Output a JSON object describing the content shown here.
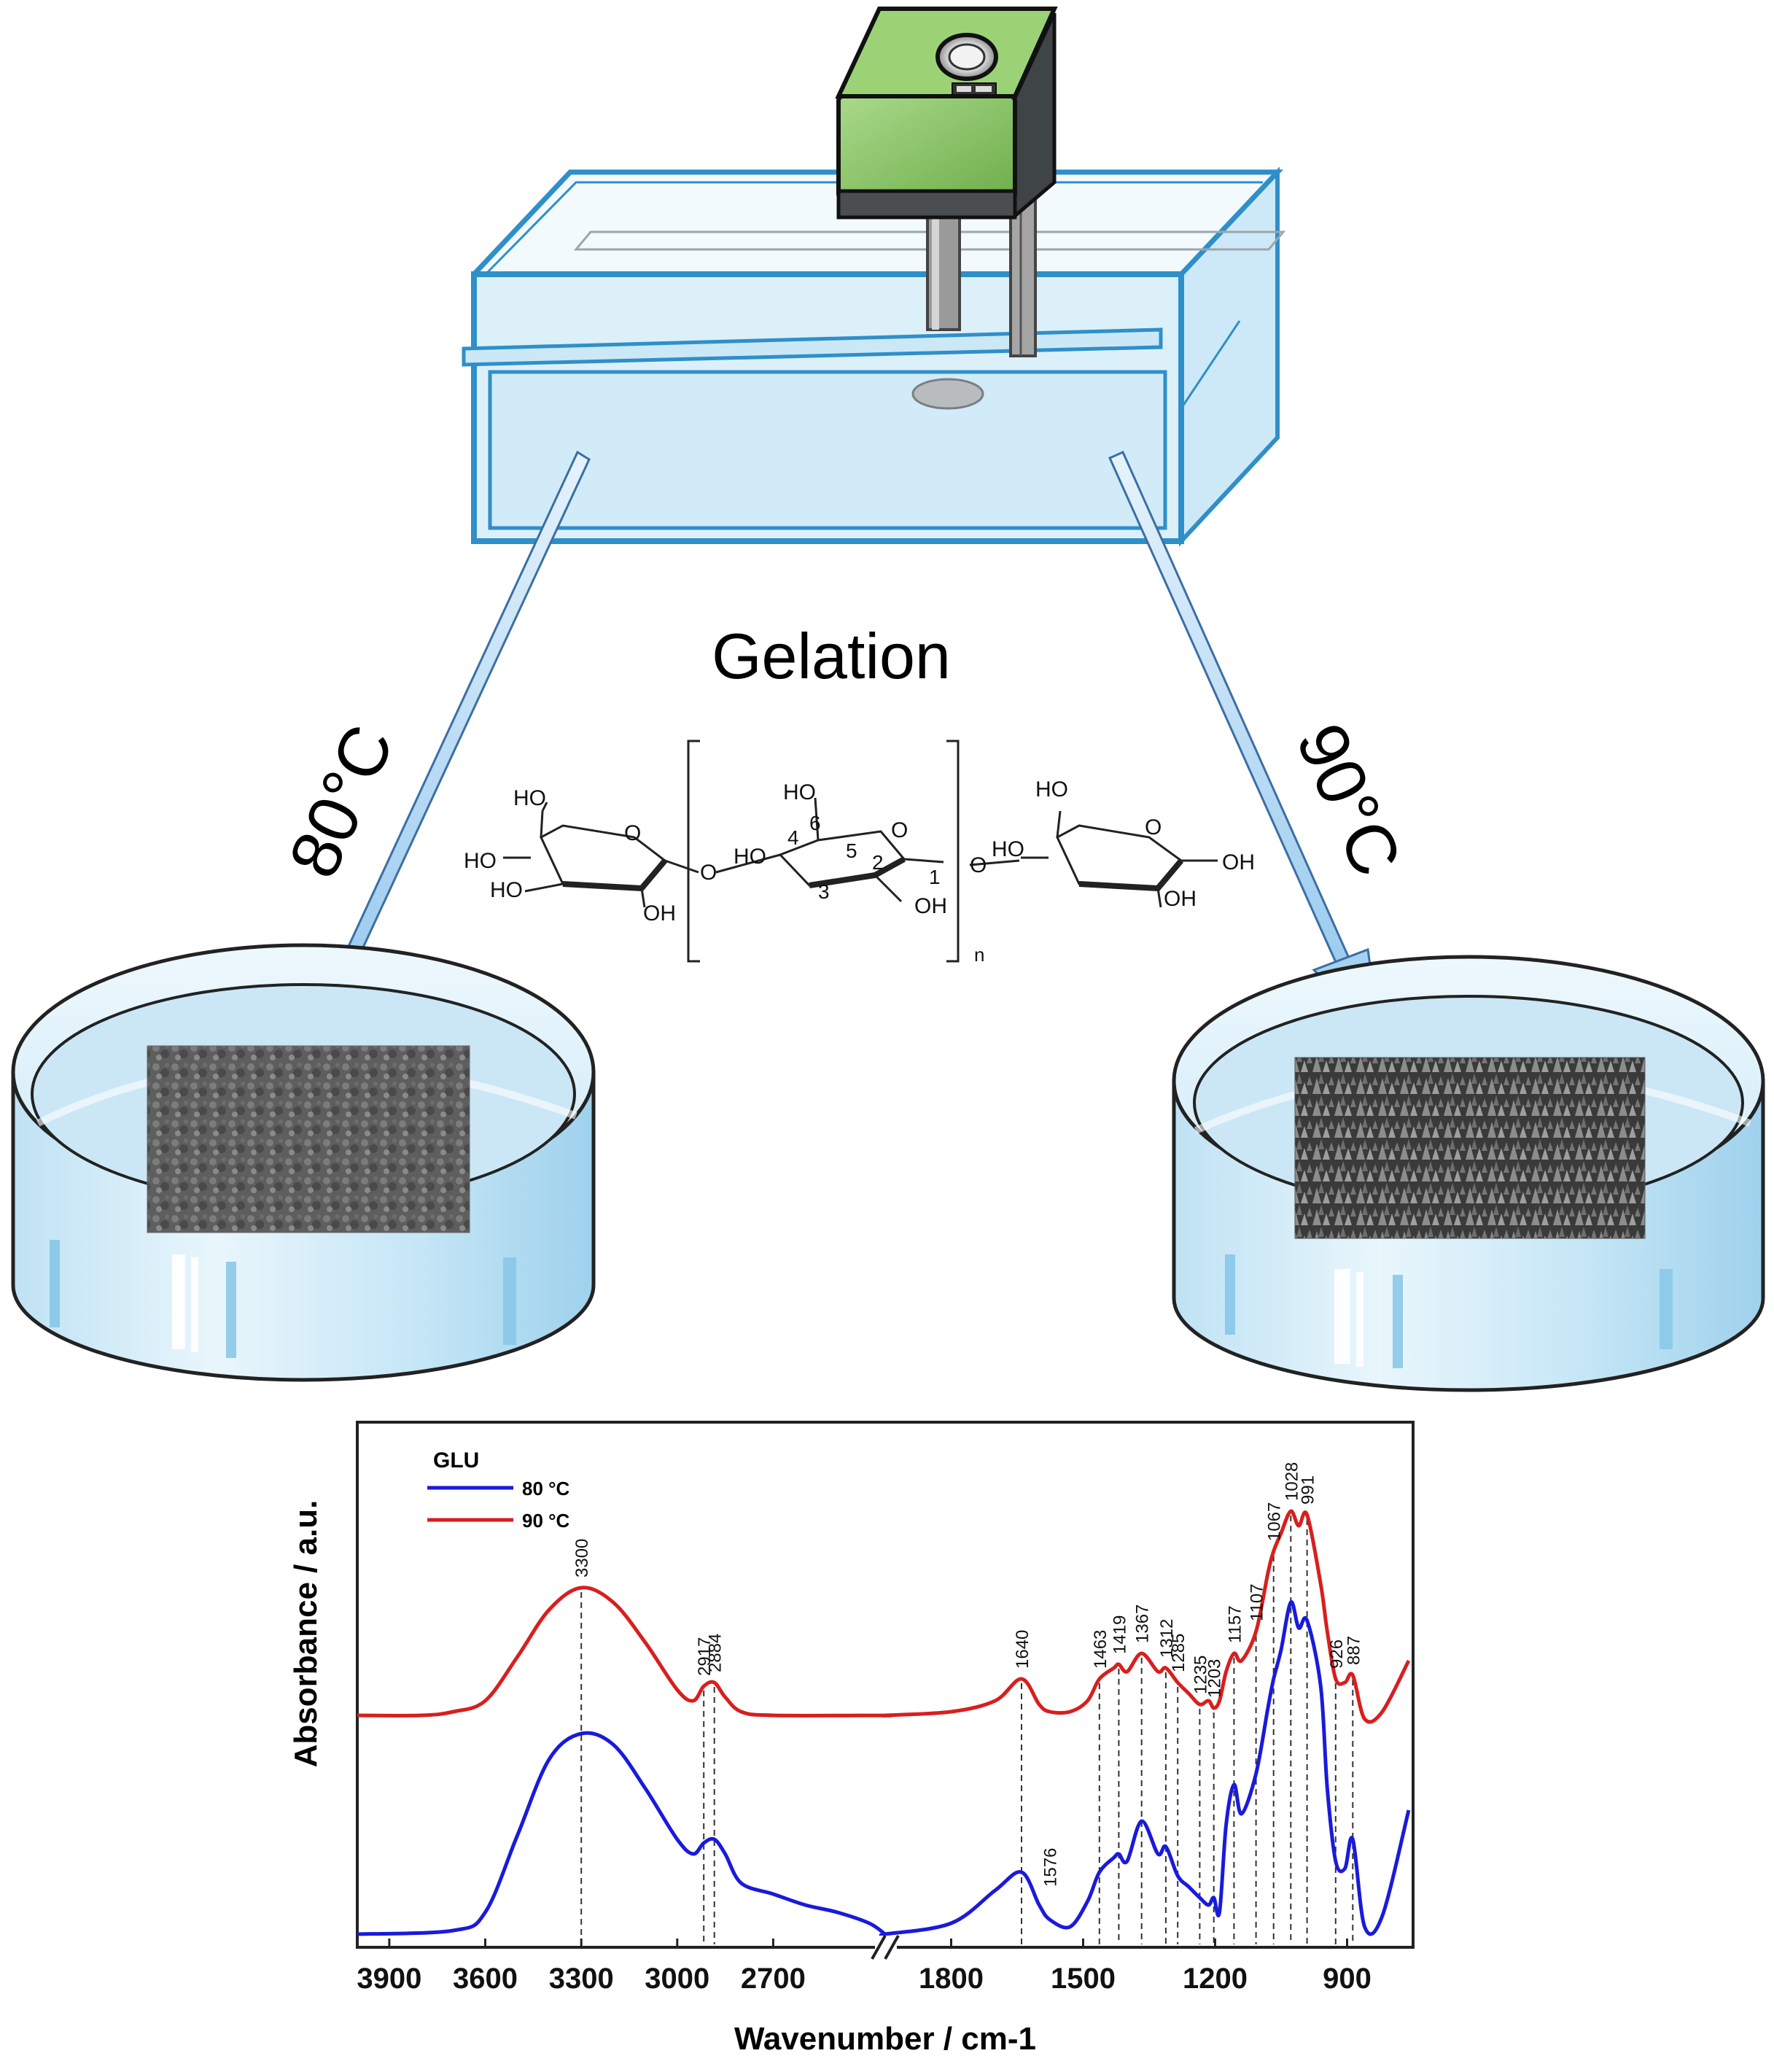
{
  "scene": {
    "process_label": "Gelation",
    "left_temperature": "80°C",
    "right_temperature": "90°C"
  },
  "structure": {
    "labels": {
      "ho_left_top": "HO",
      "ho_left_mid": "HO",
      "ho_left_low": "HO",
      "oh_left": "OH",
      "o_ring_left": "O",
      "o_link_left": "O",
      "ho_center_top": "HO",
      "ho_center_left": "HO",
      "o_ring_center": "O",
      "oh_center": "OH",
      "o_link_right": "O",
      "ho_right_top": "HO",
      "ho_right_mid": "HO",
      "o_ring_right": "O",
      "oh_right_end": "OH",
      "oh_right_low": "OH",
      "c1": "1",
      "c2": "2",
      "c3": "3",
      "c4": "4",
      "c5": "5",
      "c6": "6",
      "repeat": "n"
    }
  },
  "colors": {
    "series_80": "#1a1adb",
    "series_90": "#d91e1e",
    "bath_edge": "#2f8fc9",
    "bath_fill": "#dff2fb",
    "heater_green": "#8fc767",
    "arrow_fill": "#b9dcf5"
  },
  "chart_data": {
    "type": "line",
    "legend_title": "GLU",
    "legend_position": "top-left",
    "xlabel": "Wavenumber / cm-1",
    "ylabel": "Absorbance / a.u.",
    "x_reversed": true,
    "axis_break": "between 2350 and 1950",
    "xlim": [
      4000,
      750
    ],
    "x_ticks": [
      "3900",
      "3600",
      "3300",
      "3000",
      "2700",
      "1800",
      "1500",
      "1200",
      "900"
    ],
    "x_tick_values": [
      3900,
      3600,
      3300,
      3000,
      2700,
      1800,
      1500,
      1200,
      900
    ],
    "y_ticks_shown": false,
    "series": [
      {
        "name": "80 °C",
        "color": "#1a1adb",
        "points": [
          [
            4000,
            0.0
          ],
          [
            3700,
            0.01
          ],
          [
            3600,
            0.06
          ],
          [
            3500,
            0.27
          ],
          [
            3400,
            0.48
          ],
          [
            3300,
            0.55
          ],
          [
            3200,
            0.52
          ],
          [
            3100,
            0.4
          ],
          [
            3000,
            0.26
          ],
          [
            2950,
            0.22
          ],
          [
            2917,
            0.25
          ],
          [
            2884,
            0.26
          ],
          [
            2850,
            0.22
          ],
          [
            2800,
            0.14
          ],
          [
            2700,
            0.11
          ],
          [
            2600,
            0.08
          ],
          [
            2500,
            0.06
          ],
          [
            2400,
            0.03
          ],
          [
            2350,
            0.0
          ],
          [
            1950,
            0.0
          ],
          [
            1800,
            0.03
          ],
          [
            1700,
            0.12
          ],
          [
            1640,
            0.17
          ],
          [
            1600,
            0.08
          ],
          [
            1576,
            0.04
          ],
          [
            1530,
            0.02
          ],
          [
            1490,
            0.09
          ],
          [
            1463,
            0.17
          ],
          [
            1430,
            0.21
          ],
          [
            1419,
            0.22
          ],
          [
            1400,
            0.2
          ],
          [
            1367,
            0.31
          ],
          [
            1330,
            0.22
          ],
          [
            1312,
            0.24
          ],
          [
            1285,
            0.16
          ],
          [
            1260,
            0.13
          ],
          [
            1235,
            0.1
          ],
          [
            1215,
            0.08
          ],
          [
            1203,
            0.1
          ],
          [
            1190,
            0.06
          ],
          [
            1175,
            0.3
          ],
          [
            1157,
            0.41
          ],
          [
            1140,
            0.33
          ],
          [
            1107,
            0.44
          ],
          [
            1080,
            0.62
          ],
          [
            1067,
            0.7
          ],
          [
            1050,
            0.78
          ],
          [
            1028,
            0.91
          ],
          [
            1010,
            0.84
          ],
          [
            991,
            0.86
          ],
          [
            960,
            0.68
          ],
          [
            945,
            0.4
          ],
          [
            926,
            0.2
          ],
          [
            905,
            0.18
          ],
          [
            887,
            0.26
          ],
          [
            860,
            0.02
          ],
          [
            820,
            0.05
          ],
          [
            760,
            0.34
          ]
        ]
      },
      {
        "name": "90 °C",
        "color": "#d91e1e",
        "points": [
          [
            4000,
            0.6
          ],
          [
            3800,
            0.6
          ],
          [
            3700,
            0.61
          ],
          [
            3600,
            0.64
          ],
          [
            3500,
            0.76
          ],
          [
            3400,
            0.89
          ],
          [
            3300,
            0.95
          ],
          [
            3200,
            0.91
          ],
          [
            3100,
            0.8
          ],
          [
            3000,
            0.67
          ],
          [
            2950,
            0.64
          ],
          [
            2917,
            0.68
          ],
          [
            2884,
            0.69
          ],
          [
            2850,
            0.65
          ],
          [
            2800,
            0.61
          ],
          [
            2700,
            0.6
          ],
          [
            2350,
            0.6
          ],
          [
            1950,
            0.6
          ],
          [
            1800,
            0.61
          ],
          [
            1700,
            0.64
          ],
          [
            1640,
            0.7
          ],
          [
            1600,
            0.63
          ],
          [
            1576,
            0.61
          ],
          [
            1530,
            0.61
          ],
          [
            1490,
            0.64
          ],
          [
            1463,
            0.7
          ],
          [
            1430,
            0.73
          ],
          [
            1419,
            0.74
          ],
          [
            1400,
            0.72
          ],
          [
            1367,
            0.77
          ],
          [
            1330,
            0.72
          ],
          [
            1312,
            0.73
          ],
          [
            1285,
            0.69
          ],
          [
            1260,
            0.66
          ],
          [
            1235,
            0.63
          ],
          [
            1215,
            0.64
          ],
          [
            1203,
            0.62
          ],
          [
            1190,
            0.64
          ],
          [
            1175,
            0.72
          ],
          [
            1157,
            0.77
          ],
          [
            1140,
            0.75
          ],
          [
            1107,
            0.83
          ],
          [
            1080,
            0.99
          ],
          [
            1067,
            1.05
          ],
          [
            1050,
            1.1
          ],
          [
            1028,
            1.16
          ],
          [
            1010,
            1.12
          ],
          [
            991,
            1.15
          ],
          [
            960,
            0.96
          ],
          [
            945,
            0.83
          ],
          [
            926,
            0.7
          ],
          [
            905,
            0.69
          ],
          [
            887,
            0.71
          ],
          [
            860,
            0.59
          ],
          [
            820,
            0.61
          ],
          [
            760,
            0.75
          ]
        ]
      }
    ],
    "peak_labels": [
      {
        "x": 3300,
        "label": "3300"
      },
      {
        "x": 2917,
        "label": "2917"
      },
      {
        "x": 2884,
        "label": "2884"
      },
      {
        "x": 1640,
        "label": "1640"
      },
      {
        "x": 1576,
        "label": "1576"
      },
      {
        "x": 1463,
        "label": "1463"
      },
      {
        "x": 1419,
        "label": "1419"
      },
      {
        "x": 1367,
        "label": "1367"
      },
      {
        "x": 1312,
        "label": "1312"
      },
      {
        "x": 1285,
        "label": "1285"
      },
      {
        "x": 1235,
        "label": "1235"
      },
      {
        "x": 1203,
        "label": "1203"
      },
      {
        "x": 1157,
        "label": "1157"
      },
      {
        "x": 1107,
        "label": "1107"
      },
      {
        "x": 1067,
        "label": "1067"
      },
      {
        "x": 1028,
        "label": "1028"
      },
      {
        "x": 991,
        "label": "991"
      },
      {
        "x": 926,
        "label": "926"
      },
      {
        "x": 887,
        "label": "887"
      }
    ]
  }
}
